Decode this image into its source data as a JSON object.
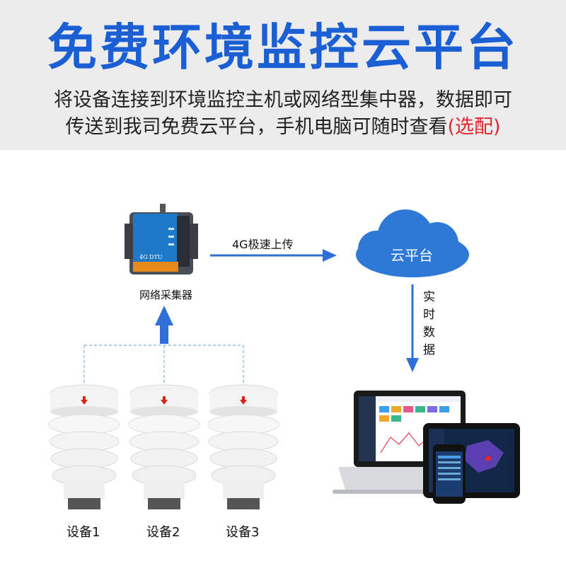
{
  "header": {
    "title": "免费环境监控云平台",
    "line1": "将设备连接到环境监控主机或网络型集中器，数据即可",
    "line2_main": "传送到我司免费云平台，手机电脑可随时查看",
    "line2_optional": "(选配)"
  },
  "diagram": {
    "dtu_label": "网络采集器",
    "dtu_device_text": "4G DTU",
    "link_label": "4G极速上传",
    "cloud_label": "云平台",
    "realtime_chars": [
      "实",
      "时",
      "数",
      "据"
    ],
    "devices": [
      "设备1",
      "设备2",
      "设备3"
    ]
  },
  "colors": {
    "brand_blue": "#1a5fd4",
    "arrow_blue": "#2f6fd8",
    "cloud_blue": "#2e78d6",
    "accent_red": "#e0262e"
  }
}
